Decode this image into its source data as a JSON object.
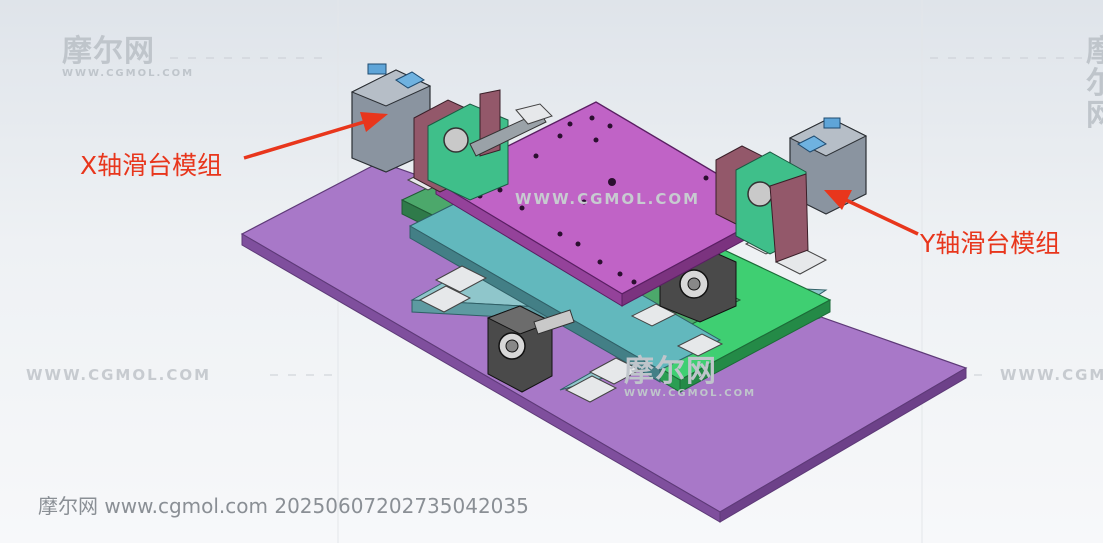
{
  "labels": {
    "x_module": "X轴滑台模组",
    "y_module": "Y轴滑台模组"
  },
  "watermark": {
    "logo_cn": "摩尔网",
    "logo_en": "WWW.CGMOL.COM",
    "url": "WWW.CGMOL.COM"
  },
  "footer": {
    "site_name": "摩尔网",
    "url": "www.cgmol.com",
    "id": "20250607202735042035"
  },
  "colors": {
    "base_plate": "#a878c8",
    "top_table": "#c063c6",
    "middle_carriage": "#3dc46b",
    "rails": "#7fb3b9",
    "callout_red": "#e8361c",
    "motor_body": "#8a94a0"
  }
}
